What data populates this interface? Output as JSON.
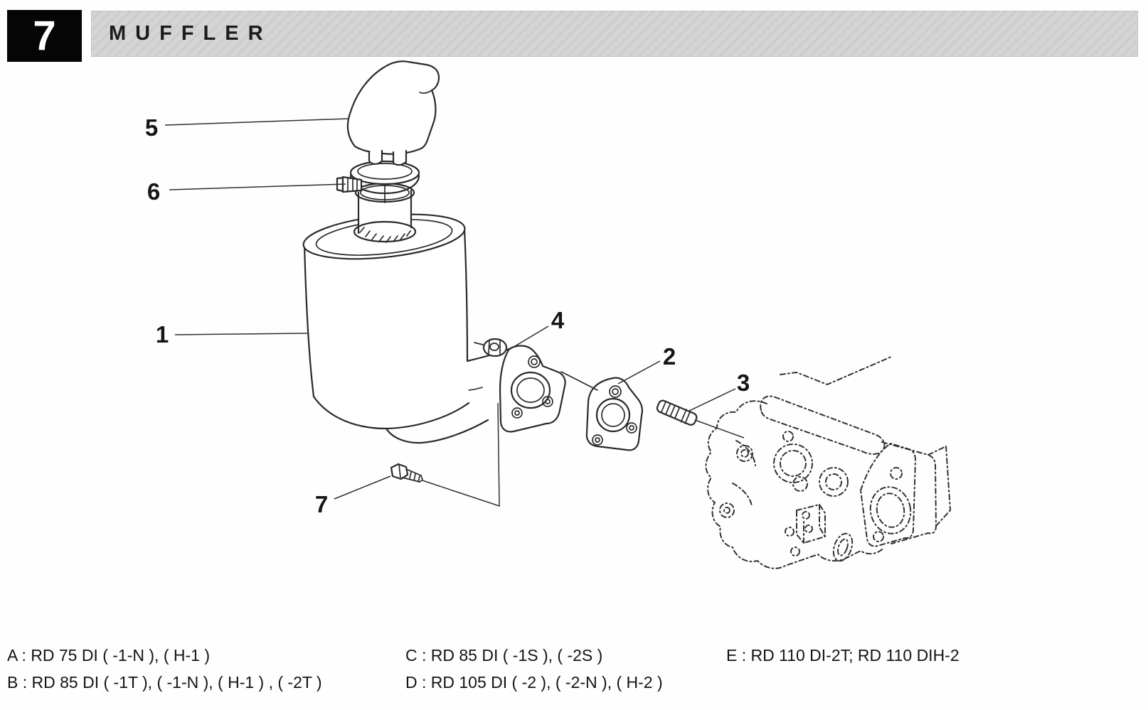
{
  "header": {
    "chapter_number": "7",
    "title": "MUFFLER",
    "colors": {
      "number_box_bg": "#050505",
      "number_fg": "#ffffff",
      "band_bg": "#d2d2d2",
      "title_fg": "#1c1c1c"
    }
  },
  "diagram": {
    "type": "exploded-parts-illustration",
    "subject": "muffler assembly with exhaust cap, clamp, gasket, stud, nuts and engine cylinder head (hidden lines)",
    "line_color": "#2a2a2a",
    "callouts": [
      {
        "label": "1"
      },
      {
        "label": "2"
      },
      {
        "label": "3"
      },
      {
        "label": "4"
      },
      {
        "label": "5"
      },
      {
        "label": "6"
      },
      {
        "label": "7"
      }
    ]
  },
  "footer": {
    "entries": [
      {
        "text": "A : RD 75 DI ( -1-N ), ( H-1 )"
      },
      {
        "text": "B : RD 85 DI ( -1T ), ( -1-N ), ( H-1 ) , ( -2T )"
      },
      {
        "text": "C : RD 85 DI ( -1S ), ( -2S )"
      },
      {
        "text": "D : RD 105 DI ( -2 ), ( -2-N ), ( H-2 )"
      },
      {
        "text": "E : RD 110 DI-2T; RD 110 DIH-2"
      }
    ]
  }
}
